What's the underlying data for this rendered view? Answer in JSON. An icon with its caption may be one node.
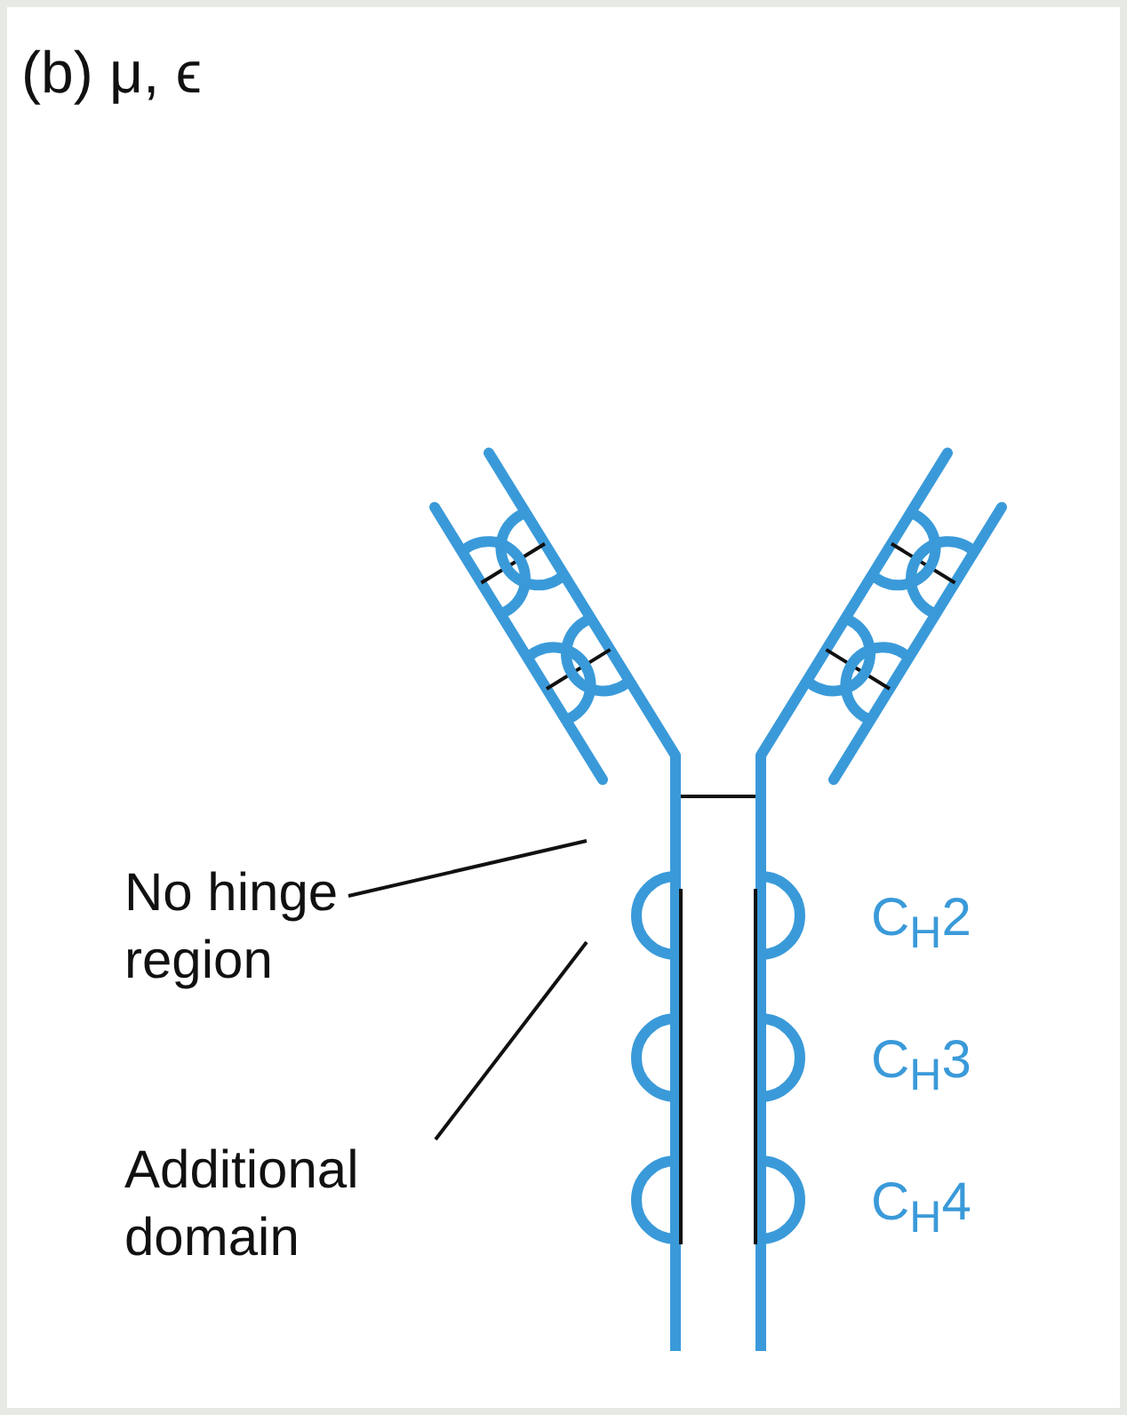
{
  "diagram": {
    "title": "(b) μ, ϵ",
    "nodes": [
      {
        "text": [
          "No hinge region"
        ]
      },
      {
        "text": [
          "Additional domain"
        ]
      }
    ],
    "edges": [
      {
        "from": 0,
        "to": null,
        "arrow": "none"
      },
      {
        "from": 1,
        "to": null,
        "arrow": "none"
      }
    ],
    "labels": [
      "C$_{H}$2",
      "C$_{H}$3",
      "C$_{H}$4"
    ]
  }
}
